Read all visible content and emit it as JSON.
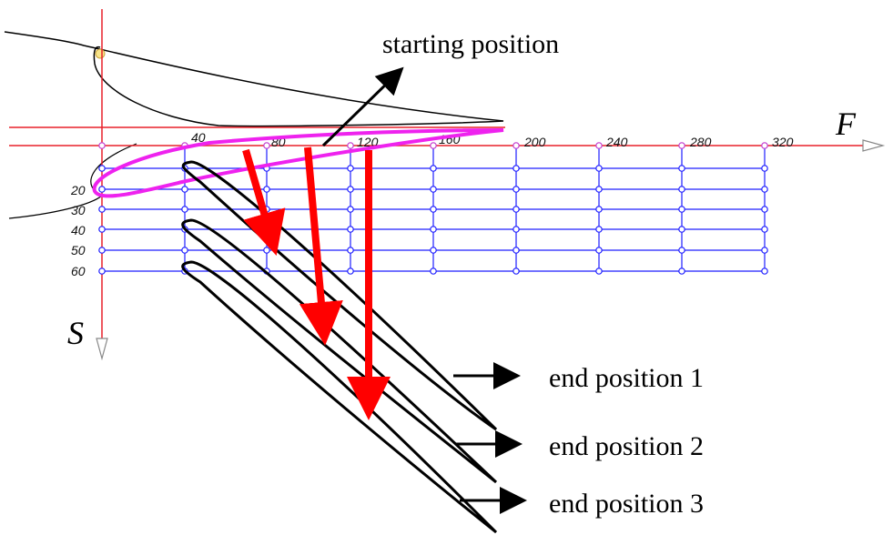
{
  "labels": {
    "starting_position": "starting position",
    "end_position_1": "end position 1",
    "end_position_2": "end position 2",
    "end_position_3": "end position 3"
  },
  "axes": {
    "f_label": "F",
    "s_label": "S",
    "f_ticks": [
      "40",
      "80",
      "120",
      "160",
      "200",
      "240",
      "280",
      "320"
    ],
    "s_ticks": [
      "20",
      "30",
      "40",
      "50",
      "60"
    ]
  },
  "colors": {
    "grid": "#1f1fff",
    "axis": "#e8202a",
    "start_airfoil": "#ee22ee",
    "motion_arrow": "#ff0000",
    "outline": "#000000"
  }
}
